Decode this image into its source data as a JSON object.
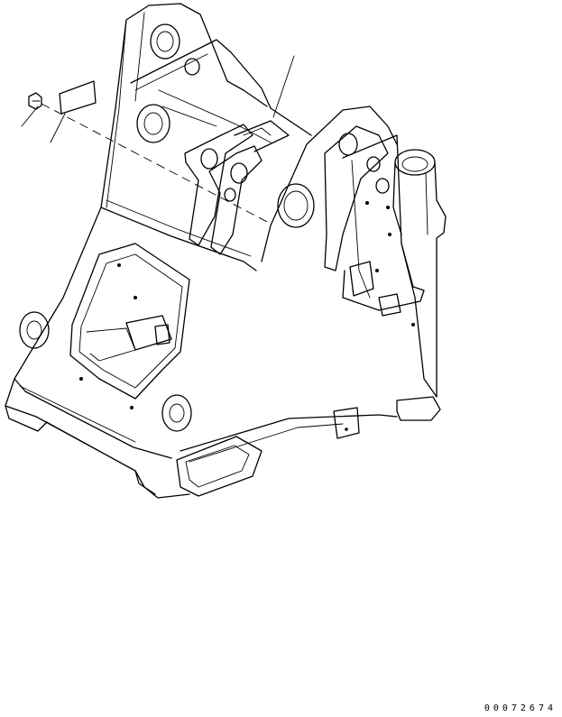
{
  "drawing": {
    "id_text": "00072674",
    "ink_color": "#000000",
    "background_color": "#ffffff",
    "parts": [
      "front-frame",
      "bolt",
      "label-plate"
    ]
  }
}
